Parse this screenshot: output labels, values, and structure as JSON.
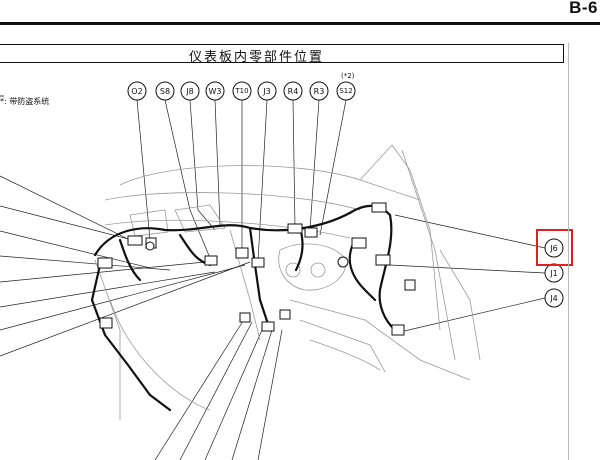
{
  "header": {
    "page_code": "B-6",
    "title": "仪表板内零部件位置"
  },
  "notes": {
    "legend_fragment": "*: 带防盗系统",
    "star": "(*2)"
  },
  "top_callouts": [
    "O2",
    "S8",
    "J8",
    "W3",
    "T10",
    "J3",
    "R4",
    "R3",
    "S12"
  ],
  "right_callouts": [
    "J6",
    "J1",
    "J4"
  ],
  "highlight": {
    "target": "J6",
    "color": "#e02020"
  }
}
